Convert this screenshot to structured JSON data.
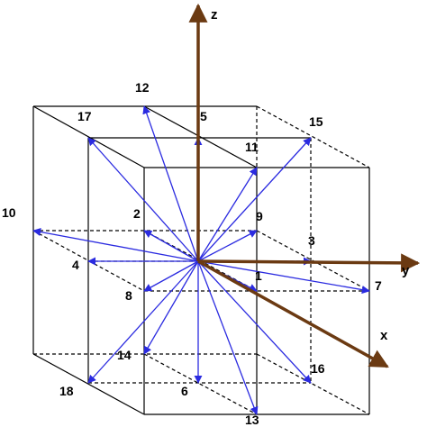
{
  "colors": {
    "vector": "#2b2be0",
    "axis": "#6b3a12",
    "edge": "#000000",
    "background": "#ffffff"
  },
  "axes": {
    "x_label": "x",
    "y_label": "y",
    "z_label": "z"
  },
  "vectors": [
    {
      "label": "1"
    },
    {
      "label": "2"
    },
    {
      "label": "3"
    },
    {
      "label": "4"
    },
    {
      "label": "5"
    },
    {
      "label": "6"
    },
    {
      "label": "7"
    },
    {
      "label": "8"
    },
    {
      "label": "9"
    },
    {
      "label": "10"
    },
    {
      "label": "11"
    },
    {
      "label": "12"
    },
    {
      "label": "13"
    },
    {
      "label": "14"
    },
    {
      "label": "15"
    },
    {
      "label": "16"
    },
    {
      "label": "17"
    },
    {
      "label": "18"
    }
  ]
}
